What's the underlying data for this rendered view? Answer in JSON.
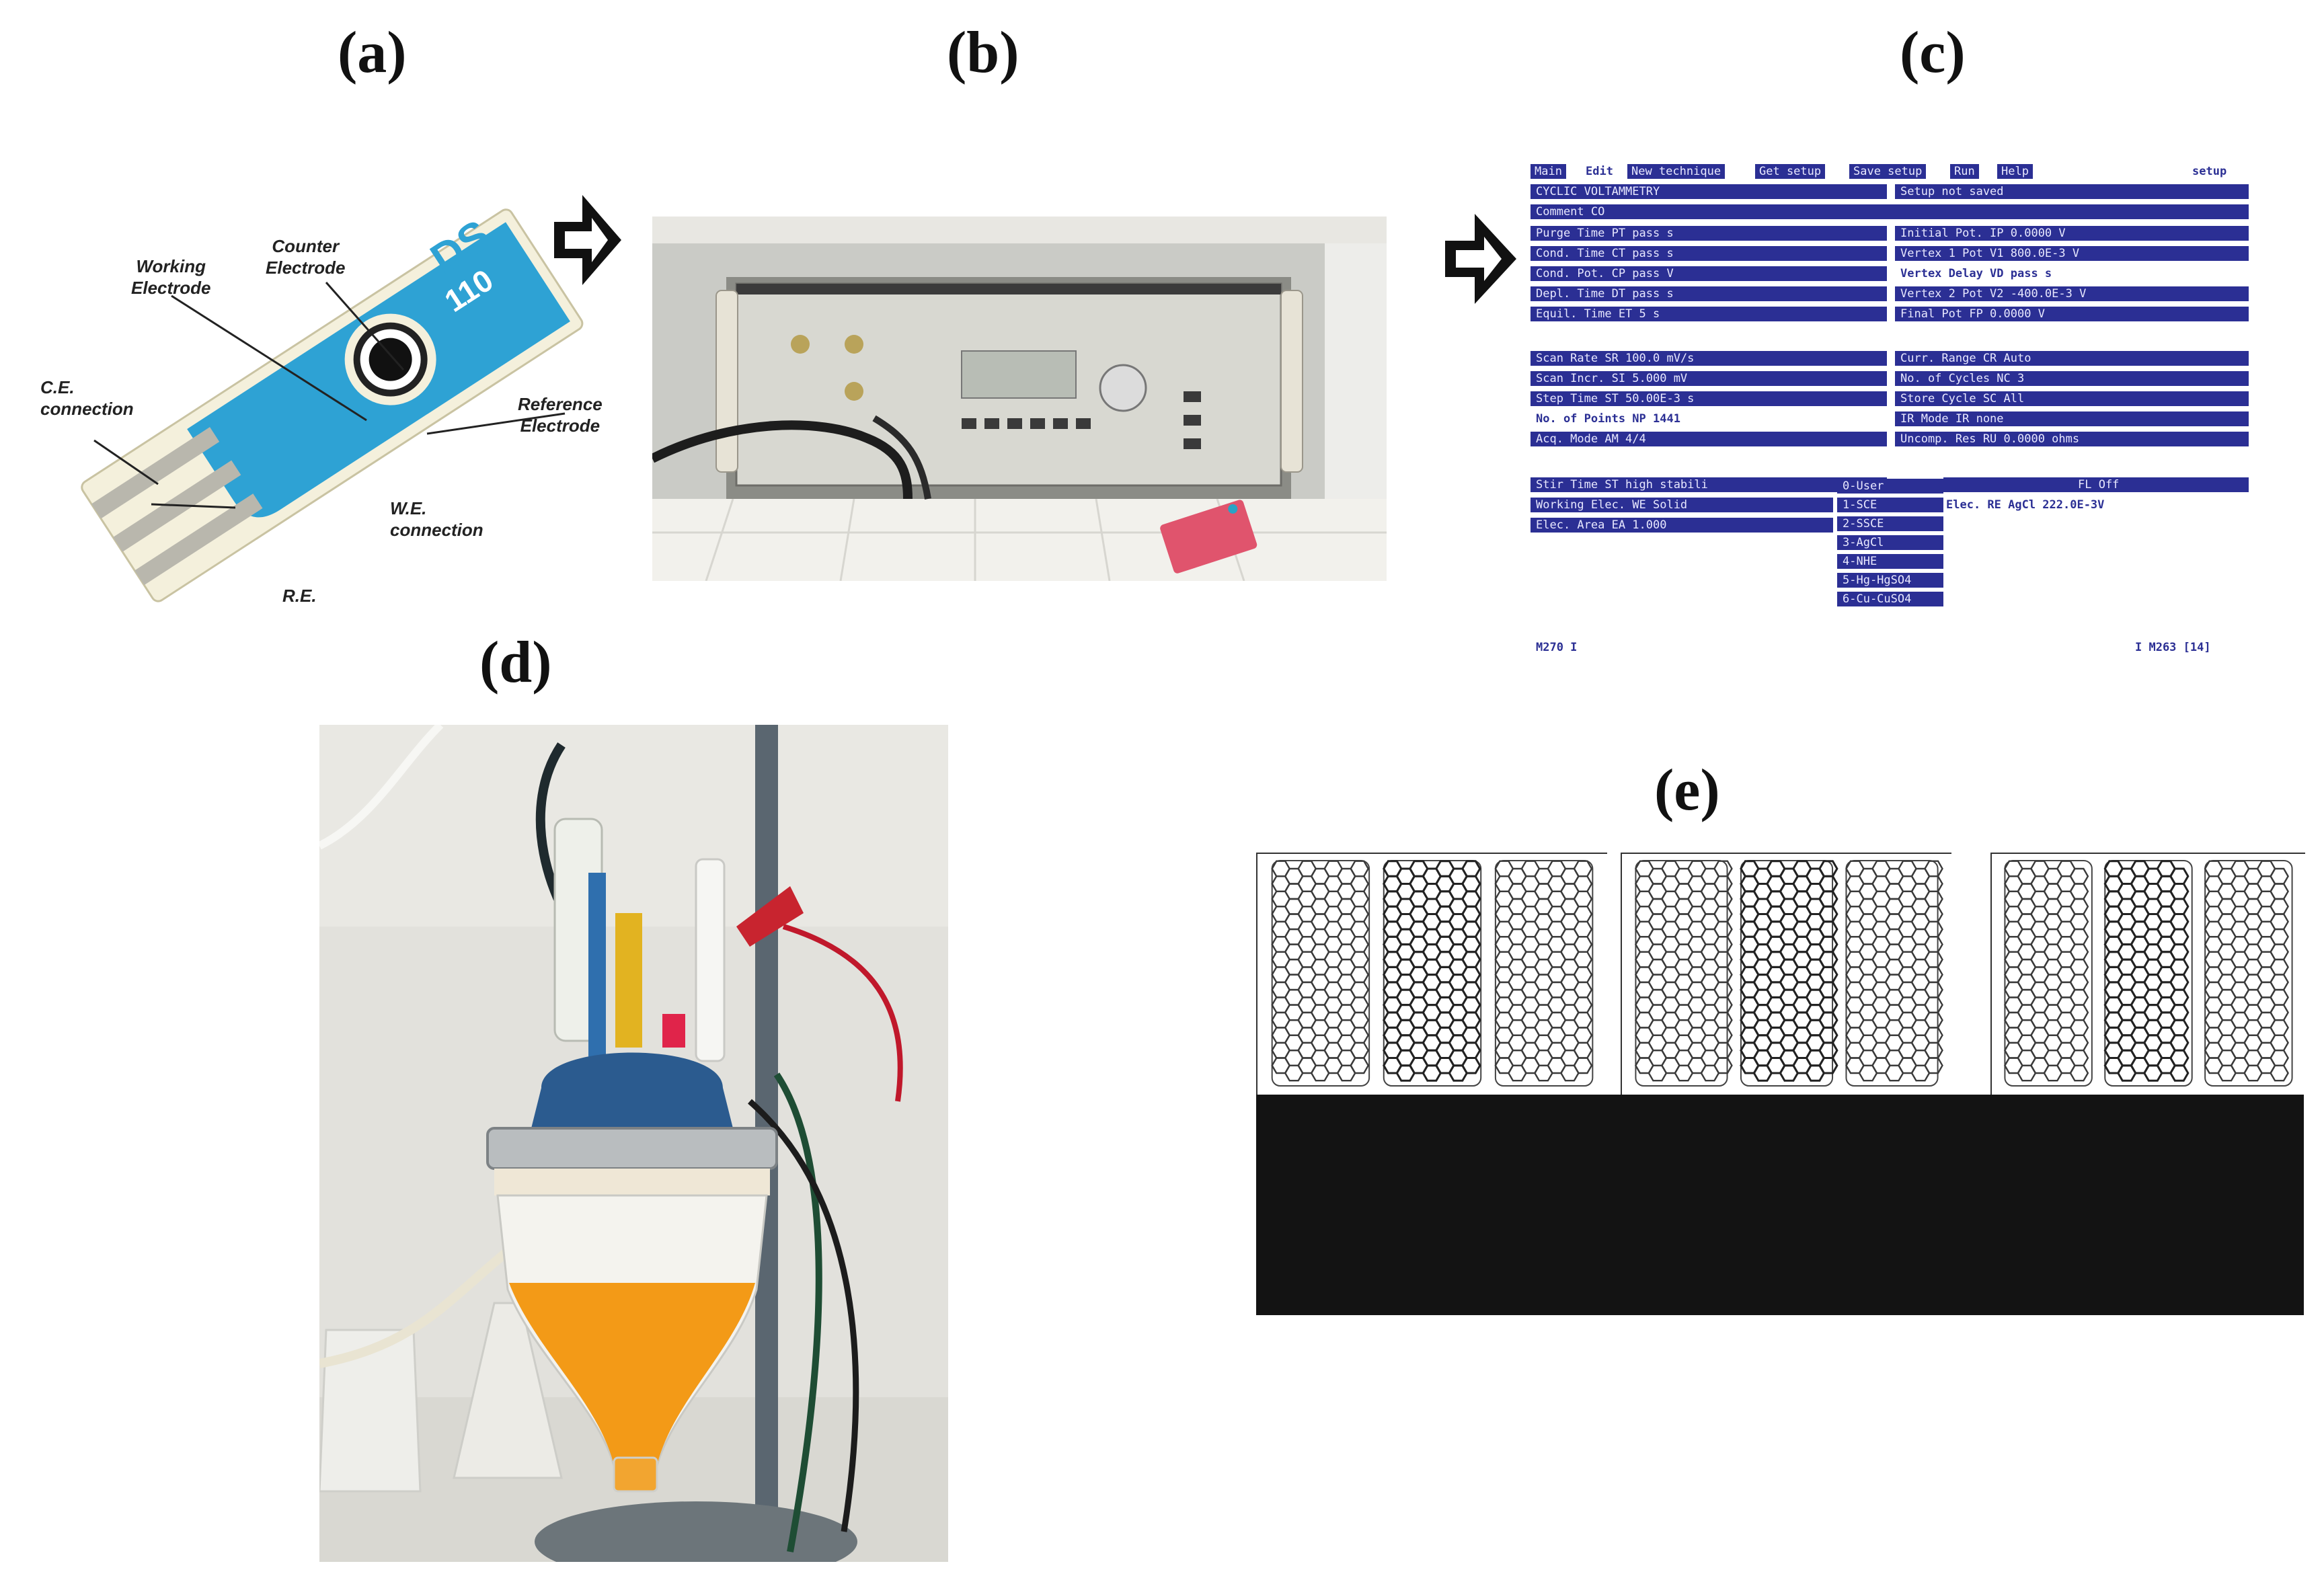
{
  "labels": {
    "a": "(a)",
    "b": "(b)",
    "c": "(c)",
    "d": "(d)",
    "e": "(e)"
  },
  "panel_a": {
    "strip_text": "DS",
    "strip_number": "110",
    "callouts": {
      "working": [
        "Working",
        "Electrode"
      ],
      "counter": [
        "Counter",
        "Electrode"
      ],
      "ce": [
        "C.E.",
        "connection"
      ],
      "reference": [
        "Reference",
        "Electrode"
      ],
      "we": [
        "W.E.",
        "connection"
      ],
      "re": "R.E."
    }
  },
  "panel_c": {
    "menu": [
      "Main",
      "Edit",
      "New technique",
      "Get setup",
      "Save setup",
      "Run",
      "Help"
    ],
    "menu_right": "setup",
    "title_left": "CYCLIC VOLTAMMETRY",
    "title_right": "Setup not saved",
    "comment": "Comment        CO",
    "left_rows_1": [
      "Purge Time     PT   pass           s",
      "Cond. Time     CT   pass           s",
      "Cond. Pot.     CP   pass           V",
      "Depl. Time     DT   pass           s",
      "Equil. Time    ET   5              s"
    ],
    "right_rows_1": [
      "Initial Pot.   IP   0.0000         V",
      "Vertex 1 Pot   V1   800.0E-3       V",
      "Vertex Delay   VD   pass           s",
      "Vertex 2 Pot   V2   -400.0E-3      V",
      "Final Pot      FP   0.0000         V"
    ],
    "left_rows_2": [
      "Scan Rate      SR   100.0       mV/s",
      "Scan Incr.     SI   5.000         mV",
      "Step Time      ST   50.00E-3       s",
      "No. of Points  NP   1441",
      "Acq. Mode      AM   4/4"
    ],
    "right_rows_2": [
      "Curr. Range    CR   Auto",
      "No. of Cycles  NC   3",
      "Store Cycle    SC   All",
      "IR Mode        IR   none",
      "Uncomp. Res    RU   0.0000      ohms"
    ],
    "left_rows_3": [
      "Stir Time      ST   high stabili",
      "Working Elec.  WE   Solid",
      "Elec. Area     EA   1.000"
    ],
    "right_rows_3_a": "FL   Off",
    "right_rows_3_b": "Elec.     RE   AgCl   222.0E-3V",
    "dropdown": [
      "0-User",
      "1-SCE",
      "2-SSCE",
      "3-AgCl",
      "4-NHE",
      "5-Hg-HgSO4",
      "6-Cu-CuSO4"
    ],
    "footer_left": "M270 I",
    "footer_right": "I M263 [14]"
  }
}
